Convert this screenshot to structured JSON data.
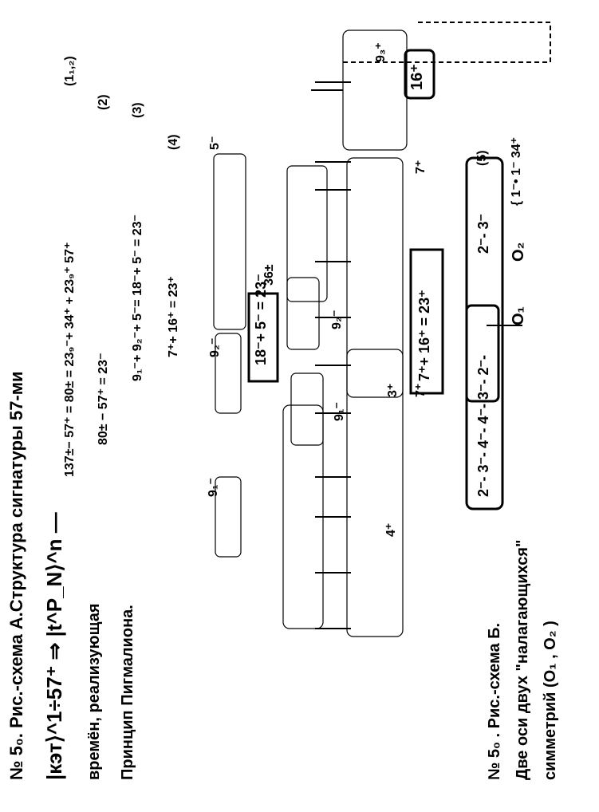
{
  "scheme_a": {
    "caption": "№ 5₀. Рис.-схема А.Структура сигнатуры   57-ми",
    "formula_1": "|кэт⟩^1÷57⁺ ⇒ |t^P_N⟩^n —",
    "formula_1_line2": "времён, реализующая",
    "formula_1_line3": "Принцип  Пигмалиона.",
    "eq_1": "137±− 57⁺ = 80± = 23₉⁻+ 34⁺ + 23₉⁺ 57⁺",
    "eq_1_tag": "(1₁,₂)",
    "eq_2": "80± − 57⁺ = 23⁻",
    "eq_2_tag": "(2)",
    "eq_3": "9₁⁻+ 9₂⁻+ 5⁻= 18⁻+ 5⁻ = 23⁻",
    "eq_3_tag": "(3)",
    "eq_4": "7⁺+ 16⁺ = 23⁺",
    "eq_4_tag": "(4)",
    "box_18_5": "18⁻+ 5⁻ = 23⁻",
    "box_7_16": "7⁺+ 16⁺ = 23⁺",
    "box_16": "16⁺",
    "label_36": "36±",
    "label_9_3": "9₃⁺",
    "label_5_minus": "5⁻",
    "label_7_plus_a": "7⁺",
    "label_7_plus_b": "7⁺",
    "label_3_plus": "3⁺",
    "label_4_plus": "4⁺",
    "label_9_1": "9₁⁻",
    "label_9_1_b": "9₁⁻",
    "label_9_2": "9₂⁻",
    "label_9_2_b": "9₂⁻"
  },
  "scheme_b": {
    "caption_line1": "№ 5₀ . Рис.-схема Б.",
    "caption_line2": "Две оси двух \"налагающихся\"",
    "caption_line3": "симметрий (O₁ , O₂ )",
    "sequence": "2⁻- 3⁻- 4⁻- 4⁻- 3⁻- 2⁻-",
    "tail": "2⁻- 3⁻",
    "tag": "(5)",
    "o1": "O₁",
    "o2": "O₂",
    "brace_note": "{ 1⁻• 1⁻ 34⁺"
  },
  "colors": {
    "ink": "#000000",
    "paper": "#ffffff"
  }
}
